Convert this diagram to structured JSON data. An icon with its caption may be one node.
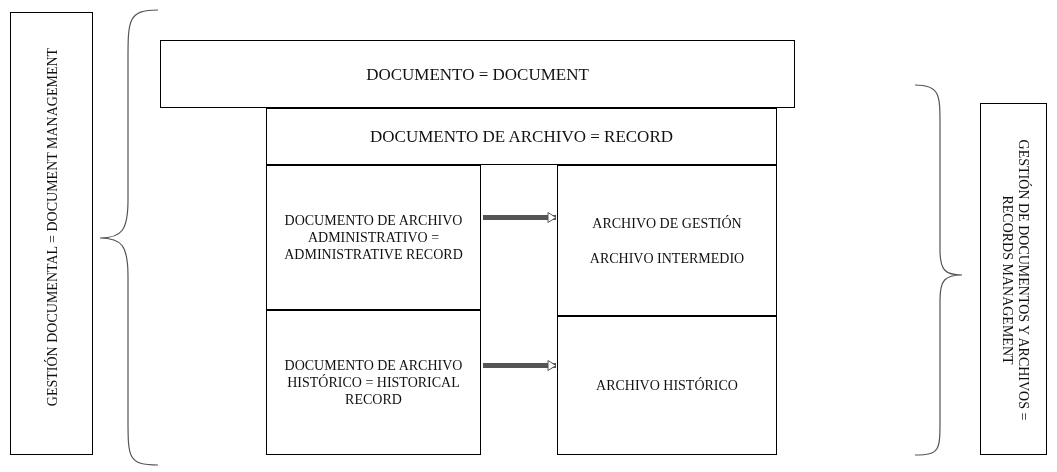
{
  "diagram": {
    "nodes": [
      {
        "text": [
          "GESTIÓN DOCUMENTAL = DOCUMENT MANAGEMENT"
        ]
      },
      {
        "text": [
          "DOCUMENTO = DOCUMENT"
        ]
      },
      {
        "text": [
          "DOCUMENTO DE ARCHIVO = RECORD"
        ]
      },
      {
        "text": [
          "DOCUMENTO DE ARCHIVO ADMINISTRATIVO = ADMINISTRATIVE RECORD"
        ]
      },
      {
        "text": [
          "ARCHIVO DE GESTIÓN",
          "ARCHIVO INTERMEDIO"
        ]
      },
      {
        "text": [
          "DOCUMENTO DE ARCHIVO HISTÓRICO = HISTORICAL RECORD"
        ]
      },
      {
        "text": [
          "ARCHIVO HISTÓRICO"
        ]
      },
      {
        "text": [
          "GESTIÓN DE DOCUMENTOS Y ARCHIVOS = RECORDS MANAGEMENT"
        ]
      }
    ],
    "edges": [
      {
        "from": 3,
        "to": 4,
        "arrow": "to"
      },
      {
        "from": 5,
        "to": 6,
        "arrow": "to"
      }
    ]
  }
}
